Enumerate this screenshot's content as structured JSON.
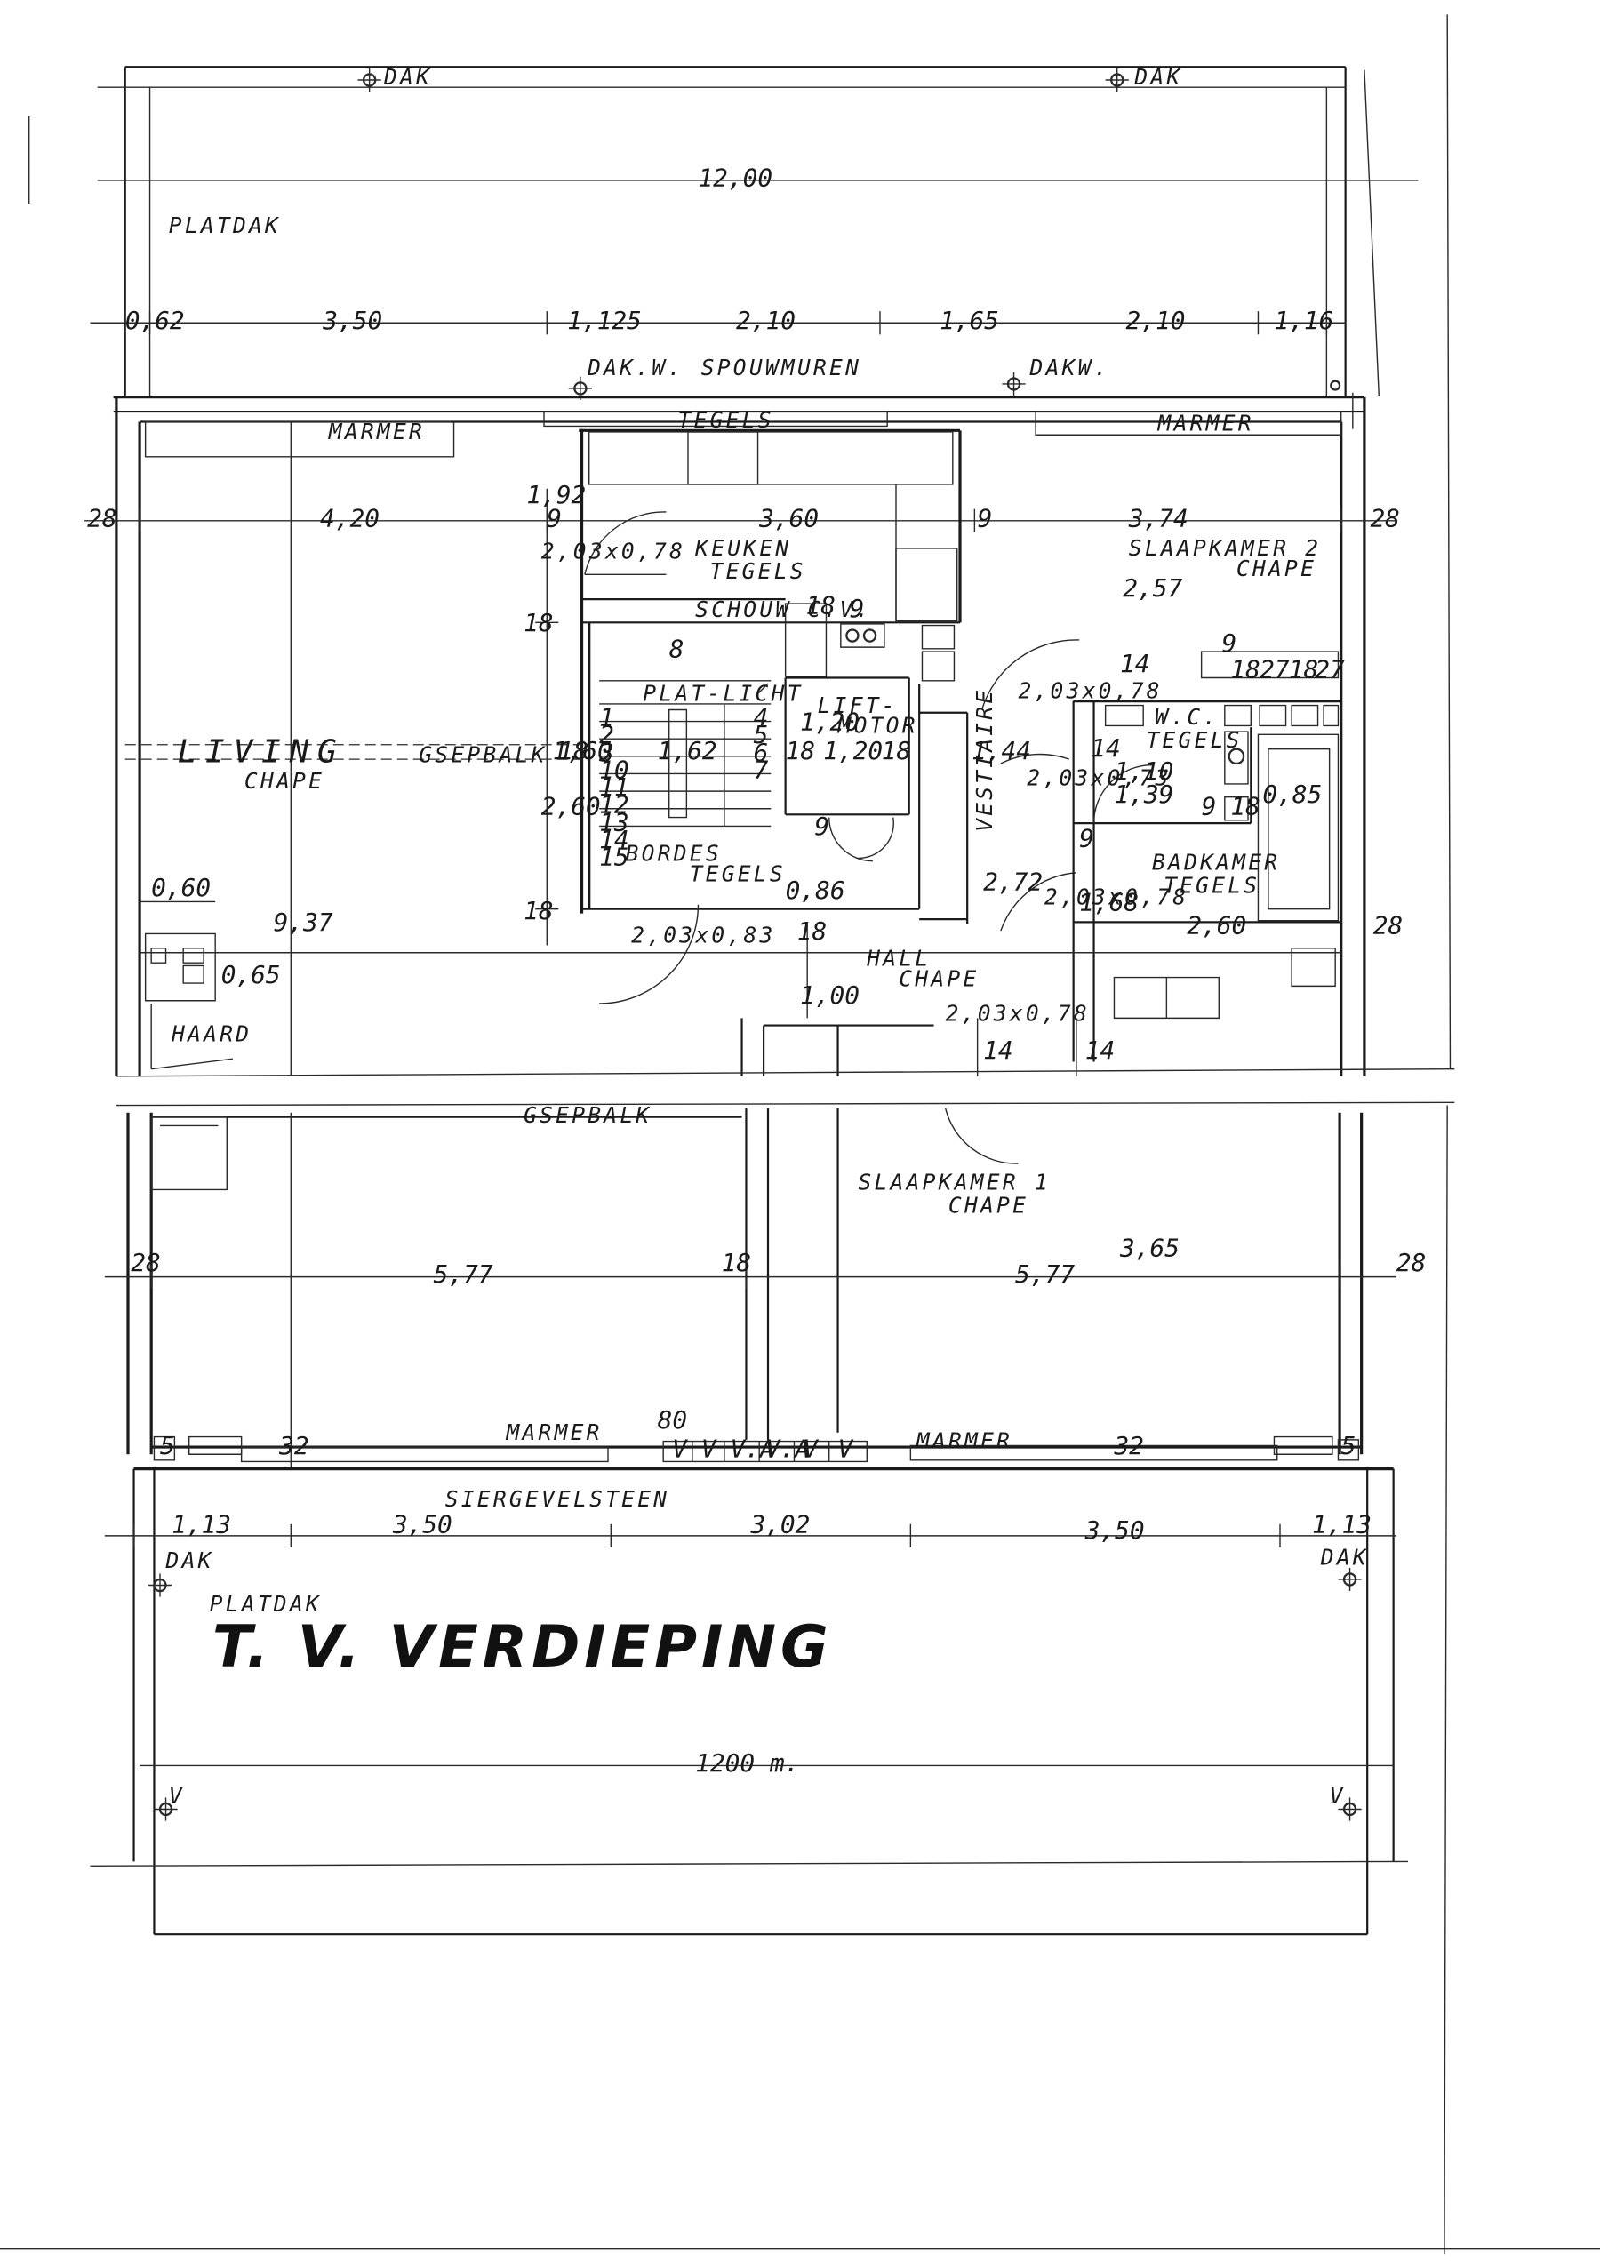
{
  "labels": {
    "platdak_top": "PLATDAK",
    "platdak_bottom": "PLATDAK",
    "dak_1": "DAK",
    "dak_2": "DAK",
    "dak_3": "DAK",
    "dak_4": "DAK",
    "dakw_1": "DAK.W.",
    "dakw_2": "DAKW.",
    "spouwmuren": "SPOUWMUREN",
    "tegels_top": "TEGELS",
    "marmer_1": "MARMER",
    "marmer_2": "MARMER",
    "marmer_3": "MARMER",
    "marmer_4": "MARMER",
    "keuken": "KEUKEN",
    "keuken_floor": "TEGELS",
    "schouw": "SCHOUW C.V.",
    "slaapkamer2": "SLAAPKAMER 2",
    "slaapkamer2_floor": "CHAPE",
    "platlicht": "PLAT-LICHT",
    "liftmotor_1": "LIFT-",
    "liftmotor_2": "MOTOR",
    "wc": "W.C.",
    "wc_floor": "TEGELS",
    "living": "LIVING",
    "living_floor": "CHAPE",
    "gsepbalk": "GSEPBALK",
    "bordes": "BORDES",
    "bordes_floor": "TEGELS",
    "vestiaire": "VESTIAIRE",
    "badkamer": "BADKAMER",
    "badkamer_floor": "TEGELS",
    "hall": "HALL",
    "hall_floor": "CHAPE",
    "haard": "HAARD",
    "gsepbalk_2": "GSEPBALK",
    "slaapkamer1": "SLAAPKAMER 1",
    "slaapkamer1_floor": "CHAPE",
    "siergevelsteen": "SIERGEVELSTEEN",
    "v_1": "V",
    "v_2": "V",
    "title": "T. V. VERDIEPING"
  },
  "dims": {
    "top_total": "12,00",
    "top_row": [
      "0,62",
      "3,50",
      "1,125",
      "2,10",
      "1,65",
      "2,10",
      "1,16"
    ],
    "living_w": "4,20",
    "keuken_w": "3,60",
    "slaap2_w": "3,74",
    "mid_28_l": "28",
    "mid_28_r": "28",
    "mid_9_a": "9",
    "mid_9_b": "9",
    "v_192": "1,92",
    "door_keuken": "2,03x0,78",
    "v_18_a": "18",
    "v_18_b": "18",
    "v_9_a": "9",
    "num_8": "8",
    "v_257": "2,57",
    "v_14_a": "14",
    "wc_9": "9",
    "wc_18": "18",
    "wc_27": "27",
    "wc_18b": "18",
    "wc_27b": "27",
    "door_wc_v": "2,03x0,78",
    "stair_160": "1,60",
    "v_260": "2,60",
    "stair_18": "18",
    "stair_162": "1,62",
    "lift_120h": "1,20",
    "lift_18a": "18",
    "lift_120": "1,20",
    "lift_18b": "18",
    "hall_144": "1,44",
    "wc_14": "14",
    "door_wc": "2,03x0,73",
    "wc_110": "1,10",
    "wc_139": "1,39",
    "wc_9c": "9",
    "wc_18c": "18",
    "bad_085": "0,85",
    "steps": [
      "1",
      "2",
      "3",
      "4",
      "5",
      "6",
      "7",
      "10",
      "11",
      "12",
      "13",
      "14",
      "15"
    ],
    "lift_9": "9",
    "v_937": "9,37",
    "v_18_c": "18",
    "door_bordes": "2,03x0,83",
    "v_086": "0,86",
    "v_272": "2,72",
    "v_9_d": "9",
    "v_168": "1,68",
    "door_bad": "2,03x0,78",
    "bad_260": "2,60",
    "v_28_r2": "28",
    "haard_060": "0,60",
    "haard_065": "0,65",
    "v_100": "1,00",
    "v_18_d": "18",
    "door_hall": "2,03x0,78",
    "v_14_b": "14",
    "v_14_c": "14",
    "bot_28_l": "28",
    "bot_577_a": "5,77",
    "bot_18": "18",
    "bot_577_b": "5,77",
    "v_365": "3,65",
    "bot_28_r": "28",
    "n_80": "80",
    "n_5_a": "5",
    "n_32_a": "32",
    "n_32_b": "32",
    "n_5_b": "5",
    "vents": [
      "V",
      "V",
      "V.A",
      "V.A",
      "V",
      "V"
    ],
    "bottom_row": [
      "1,13",
      "3,50",
      "3,02",
      "3,50",
      "1,13"
    ],
    "bottom_total": "1200 m."
  }
}
